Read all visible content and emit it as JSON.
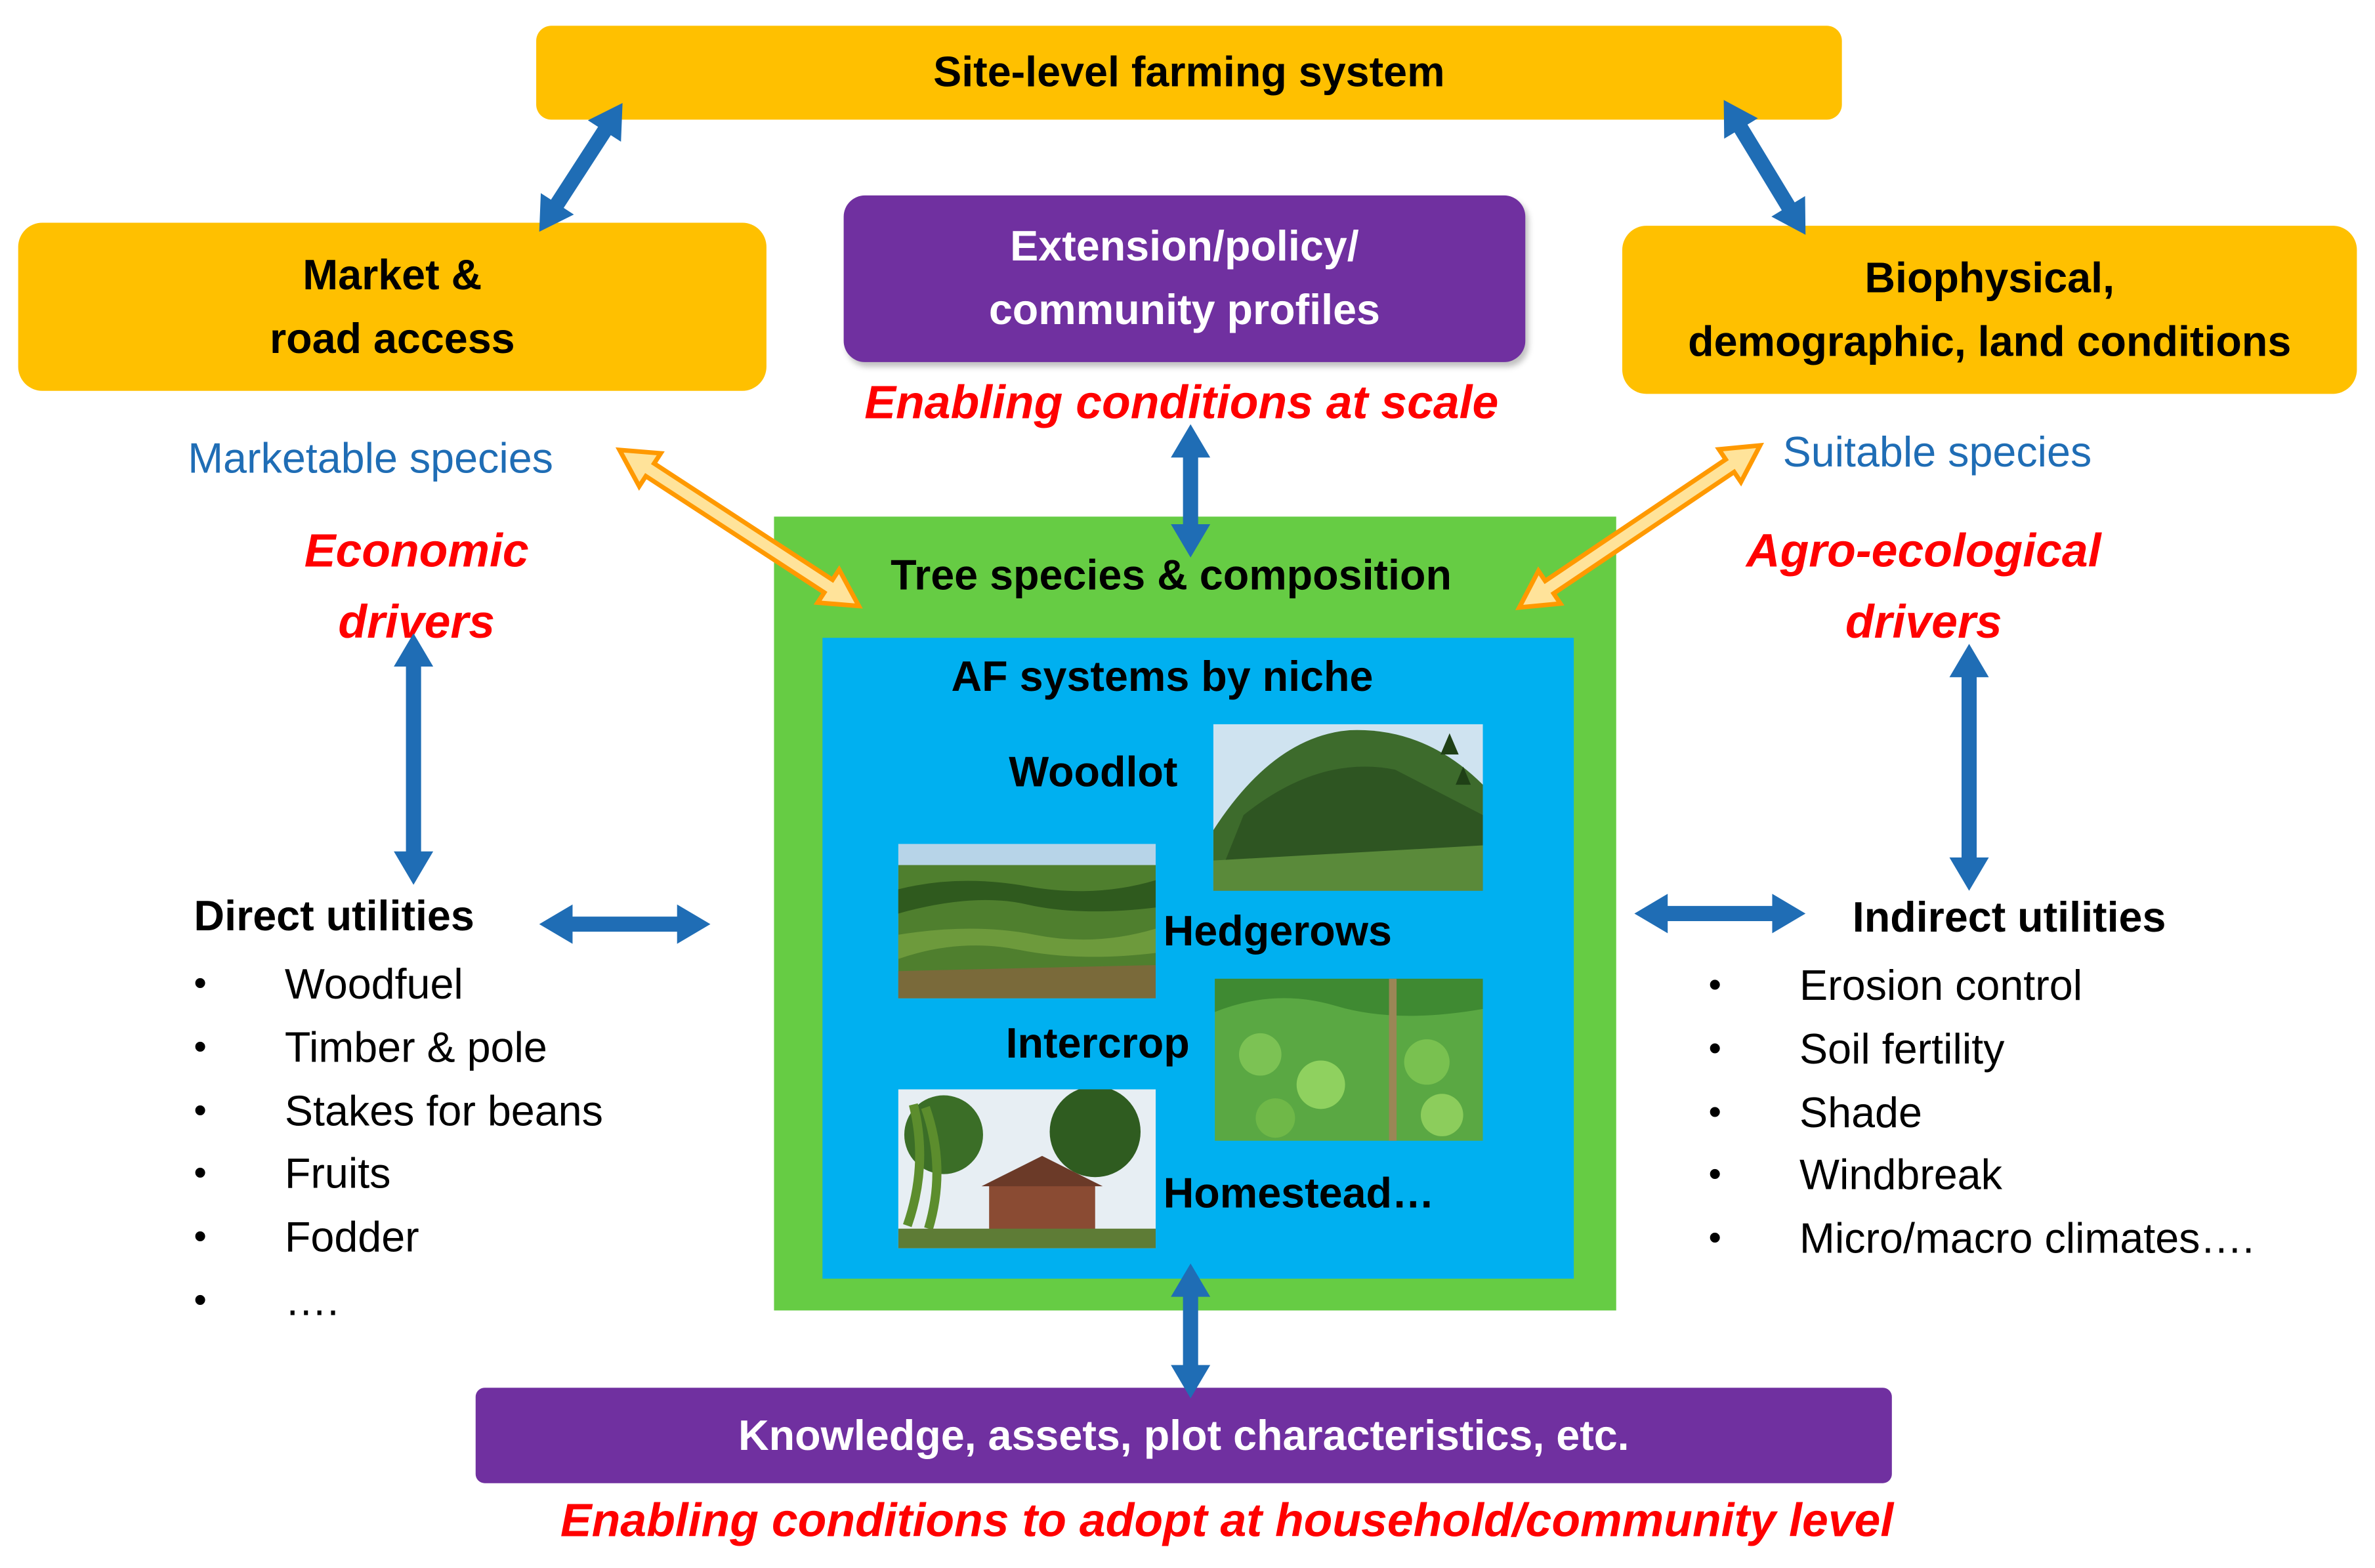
{
  "top": {
    "site_level": "Site-level farming system"
  },
  "market": {
    "line1": "Market &",
    "line2": "road access"
  },
  "extension": {
    "line1": "Extension/policy/",
    "line2": "community profiles"
  },
  "biophysical": {
    "line1": "Biophysical,",
    "line2": "demographic, land conditions"
  },
  "enabling_scale": "Enabling conditions at scale",
  "marketable_species": "Marketable species",
  "suitable_species": "Suitable species",
  "economic_drivers": {
    "line1": "Economic",
    "line2": "drivers"
  },
  "agro_drivers": {
    "line1": "Agro-ecological",
    "line2": "drivers"
  },
  "center": {
    "title": "Tree species & composition",
    "subtitle": "AF systems by niche",
    "niches": [
      "Woodlot",
      "Hedgerows",
      "Intercrop",
      "Homestead…"
    ]
  },
  "direct": {
    "title": "Direct utilities",
    "items": [
      "Woodfuel",
      "Timber & pole",
      "Stakes for beans",
      "Fruits",
      "Fodder",
      "…."
    ]
  },
  "indirect": {
    "title": "Indirect utilities",
    "items": [
      "Erosion control",
      "Soil fertility",
      "Shade",
      "Windbreak",
      "Micro/macro  climates…."
    ]
  },
  "bottom": {
    "knowledge": "Knowledge, assets, plot characteristics, etc.",
    "enabling_household": "Enabling conditions to adopt at household/community level"
  },
  "colors": {
    "yellow_box": "#FFC000",
    "purple_box": "#7030A0",
    "green_frame": "#66CC44",
    "blue_inner": "#00B0F0",
    "blue_arrow": "#1F6DB5",
    "orange_arrow": "#FF9900",
    "red_text": "#FF0000"
  }
}
